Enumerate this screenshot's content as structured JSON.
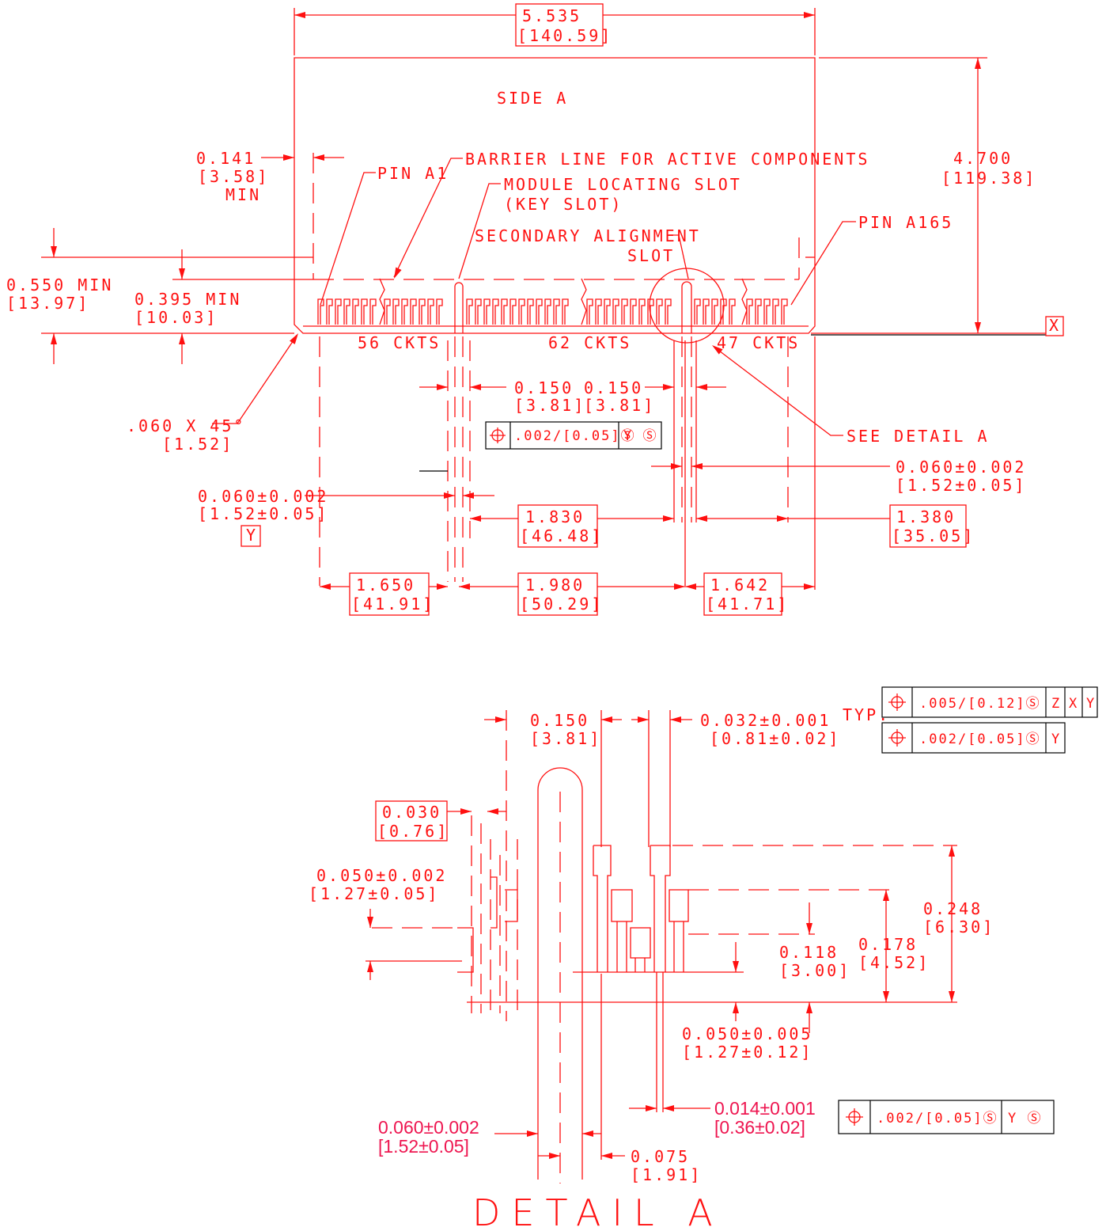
{
  "overall_width": {
    "in": "5.535",
    "mm": "[140.59]"
  },
  "height": {
    "in": "4.700",
    "mm": "[119.38]"
  },
  "side_label": "SIDE A",
  "edge_offset": {
    "in": "0.141",
    "mm": "[3.58]",
    "note": "MIN"
  },
  "barrier_note": "BARRIER LINE FOR ACTIVE COMPONENTS",
  "pin_a1": "PIN A1",
  "pin_a165": "PIN A165",
  "module_slot": {
    "line1": "MODULE LOCATING SLOT",
    "line2": "(KEY SLOT)"
  },
  "secondary_slot": {
    "line1": "SECONDARY ALIGNMENT",
    "line2": "SLOT"
  },
  "dim_550": {
    "in": "0.550  MIN",
    "mm": "[13.97]"
  },
  "dim_395": {
    "in": "0.395  MIN",
    "mm": "[10.03]"
  },
  "datum_x": "X",
  "datum_y": "Y",
  "ckts": {
    "left": "56 CKTS",
    "middle": "62 CKTS",
    "right": "47 CKTS"
  },
  "chamfer": {
    "in": ".060 X 45°",
    "mm": "[1.52]"
  },
  "slot_width_1": {
    "in": "0.150",
    "mm": "[3.81]"
  },
  "slot_width_2": {
    "in": "0.150",
    "mm": "[3.81]"
  },
  "frame_top": {
    "tol": ".002/[0.05]Ⓢ",
    "datum": "Y Ⓢ"
  },
  "see_detail": "SEE DETAIL A",
  "key_left": {
    "in": "0.060±0.002",
    "mm": "[1.52±0.05]"
  },
  "key_right": {
    "in": "0.060±0.002",
    "mm": "[1.52±0.05]"
  },
  "dim_1830": {
    "in": "1.830",
    "mm": "[46.48]"
  },
  "dim_1380": {
    "in": "1.380",
    "mm": "[35.05]"
  },
  "dim_1650": {
    "in": "1.650",
    "mm": "[41.91]"
  },
  "dim_1980": {
    "in": "1.980",
    "mm": "[50.29]"
  },
  "dim_1642": {
    "in": "1.642",
    "mm": "[41.71]"
  },
  "detail": {
    "typ": "TYP.",
    "frame1": {
      "tol": ".005/[0.12]Ⓢ",
      "d1": "Z",
      "d2": "X",
      "d3": "Y"
    },
    "frame2": {
      "tol": ".002/[0.05]Ⓢ",
      "d1": "Y"
    },
    "frame3": {
      "tol": ".002/[0.05]Ⓢ",
      "d1": "Y Ⓢ"
    },
    "d_150": {
      "in": "0.150",
      "mm": "[3.81]"
    },
    "d_032": {
      "in": "0.032±0.001",
      "mm": "[0.81±0.02]"
    },
    "d_030": {
      "in": "0.030",
      "mm": "[0.76]"
    },
    "d_050": {
      "in": "0.050±0.002",
      "mm": "[1.27±0.05]"
    },
    "d_248": {
      "in": "0.248",
      "mm": "[6.30]"
    },
    "d_118": {
      "in": "0.118",
      "mm": "[3.00]"
    },
    "d_178": {
      "in": "0.178",
      "mm": "[4.52]"
    },
    "d_0505": {
      "in": "0.050±0.005",
      "mm": "[1.27±0.12]"
    },
    "d_014": {
      "in": "0.014±0.001",
      "mm": "[0.36±0.02]"
    },
    "d_060": {
      "in": "0.060±0.002",
      "mm": "[1.52±0.05]"
    },
    "d_075": {
      "in": "0.075",
      "mm": "[1.91]"
    },
    "title": "DETAIL A"
  }
}
